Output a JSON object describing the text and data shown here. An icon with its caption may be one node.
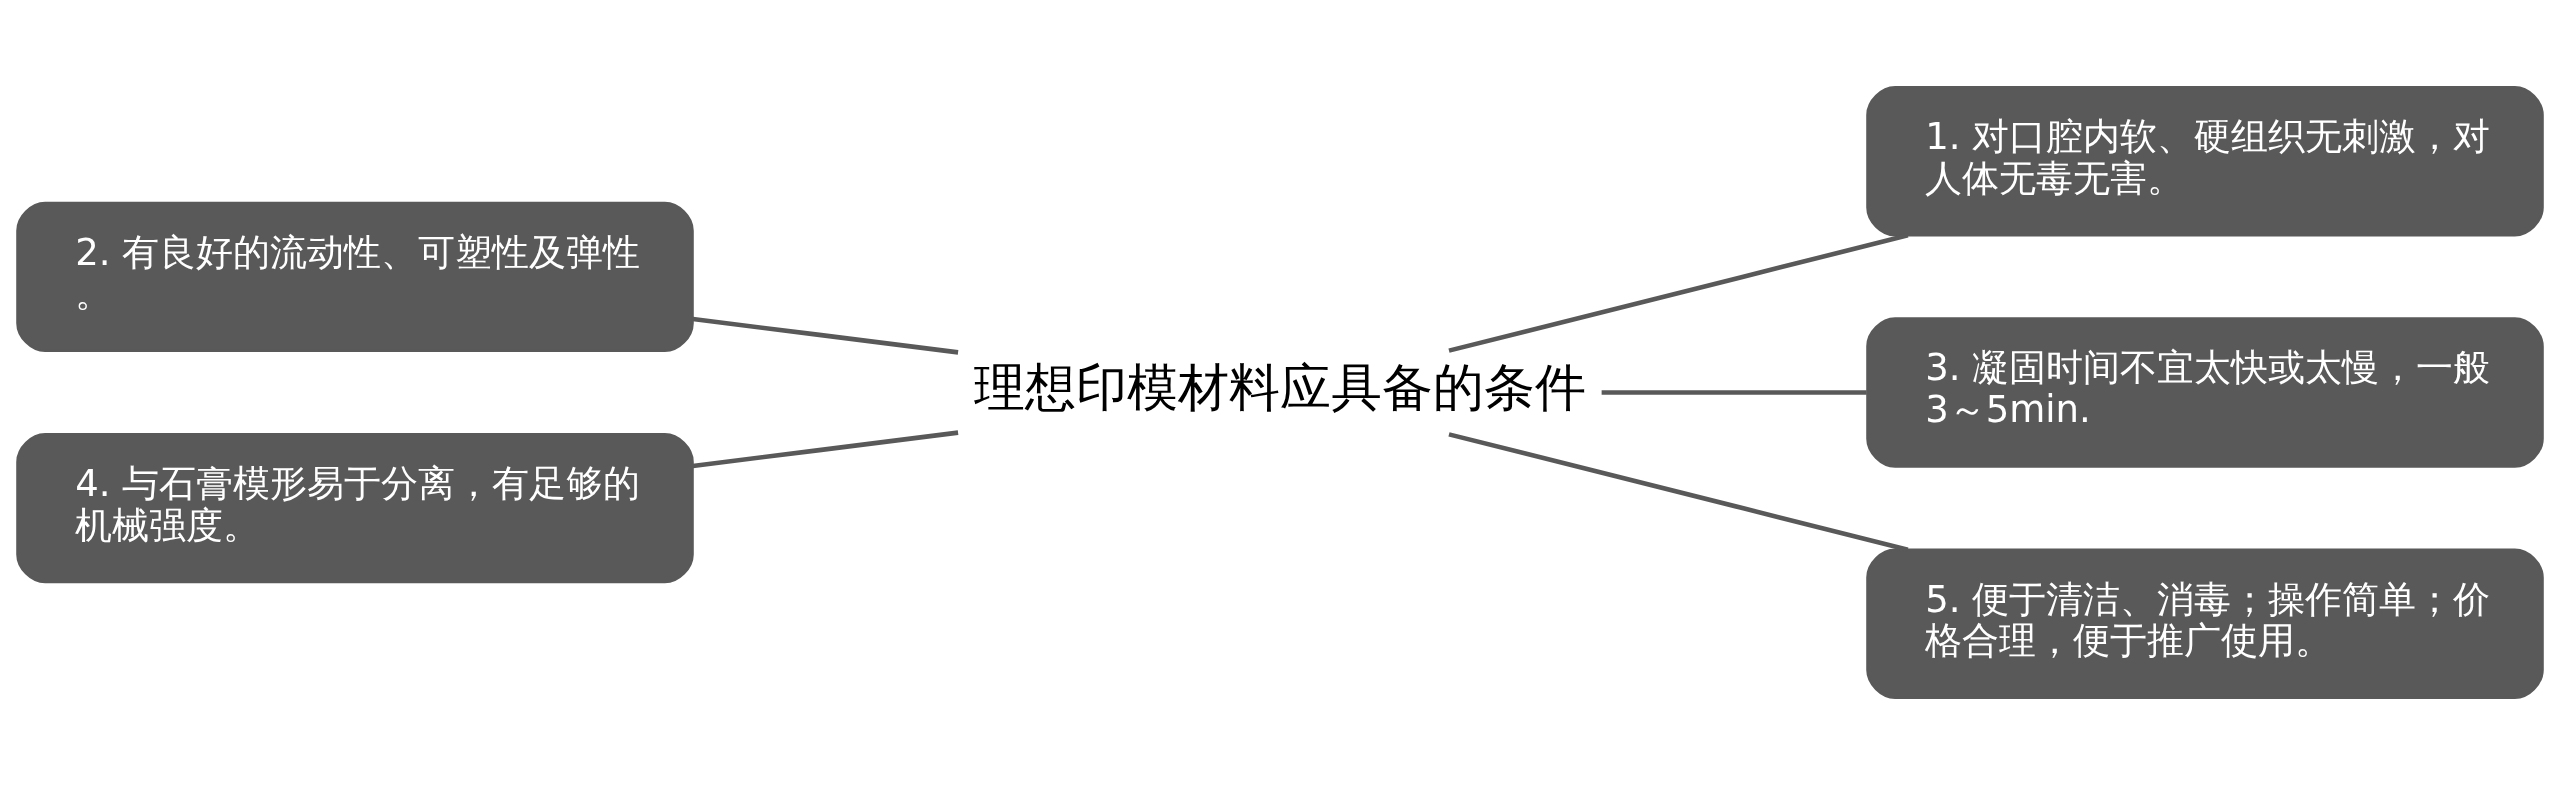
{
  "diagram": {
    "nodes": [
      {
        "text": [
          "理想印模材料应具备的条件"
        ]
      },
      {
        "text": [
          "1. 对口腔内软、硬组织无刺激，对人体无毒无害。"
        ]
      },
      {
        "text": [
          "2. 有良好的流动性、可塑性及弹性。"
        ]
      },
      {
        "text": [
          "3. 凝固时间不宜太快或太慢，一般3～5min."
        ]
      },
      {
        "text": [
          "4. 与石膏模形易于分离，有足够的机械强度。"
        ]
      },
      {
        "text": [
          "5. 便于清洁、消毒；操作简单；价格合理，便于推广使用。"
        ]
      }
    ],
    "edges": [
      {
        "from": 0,
        "to": 1,
        "arrow": "none"
      },
      {
        "from": 0,
        "to": 2,
        "arrow": "none"
      },
      {
        "from": 0,
        "to": 3,
        "arrow": "none"
      },
      {
        "from": 0,
        "to": 4,
        "arrow": "none"
      },
      {
        "from": 0,
        "to": 5,
        "arrow": "none"
      }
    ]
  }
}
